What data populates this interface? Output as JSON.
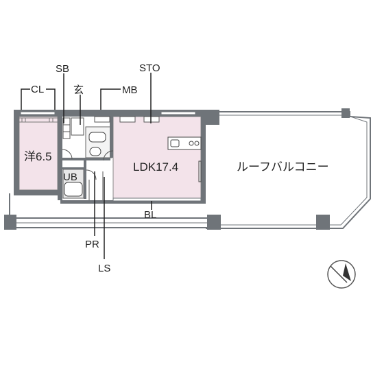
{
  "floorplan": {
    "rooms": {
      "western_room": "洋6.5",
      "ldk": "LDK17.4",
      "roof_balcony": "ルーフバルコニー",
      "unit_bath": "UB"
    },
    "annotations": {
      "closet": "CL",
      "shoe_box": "SB",
      "entrance": "玄",
      "meter_box": "MB",
      "storage": "STO",
      "balcony": "BL",
      "pantry": "PR",
      "linen_storage": "LS"
    },
    "colors": {
      "wall": "#6f7479",
      "room_fill": "#f3e3ea",
      "wet_fill": "#e8e8e8",
      "line": "#333333"
    },
    "icons": [
      "compass-icon"
    ]
  }
}
